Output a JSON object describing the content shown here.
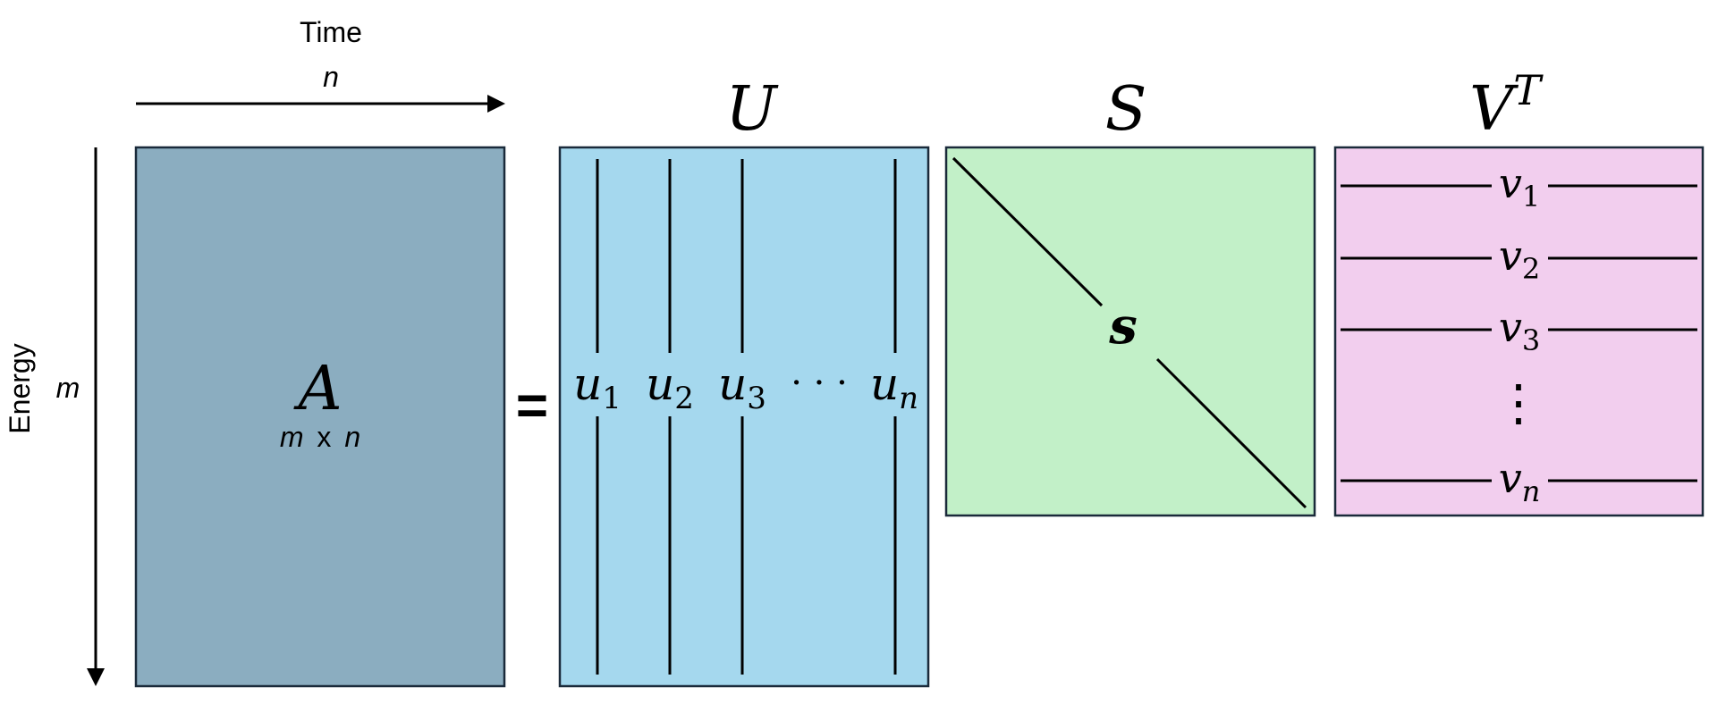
{
  "axes": {
    "time_label": "Time",
    "time_symbol": "n",
    "energy_label": "Energy",
    "energy_symbol": "m"
  },
  "matrix_a": {
    "symbol": "A",
    "dims_m": "m",
    "dims_x": "x",
    "dims_n": "n",
    "color": "#8BADC0"
  },
  "equals": "=",
  "matrix_u": {
    "title": "U",
    "color": "#A5D8EE",
    "columns": [
      {
        "base": "u",
        "sub": "1"
      },
      {
        "base": "u",
        "sub": "2"
      },
      {
        "base": "u",
        "sub": "3"
      },
      {
        "base": "u",
        "sub": "n"
      }
    ],
    "ellipsis": "· · ·"
  },
  "matrix_s": {
    "title": "S",
    "diag_label": "s",
    "color": "#C2F0C8"
  },
  "matrix_vt": {
    "title_base": "V",
    "title_sup": "T",
    "color": "#F2CEEE",
    "rows": [
      {
        "base": "v",
        "sub": "1"
      },
      {
        "base": "v",
        "sub": "2"
      },
      {
        "base": "v",
        "sub": "3"
      },
      {
        "base": "v",
        "sub": "n"
      }
    ],
    "vdots": "⋮"
  },
  "colors": {
    "stroke": "#000000",
    "border": "#1a2a3a"
  }
}
